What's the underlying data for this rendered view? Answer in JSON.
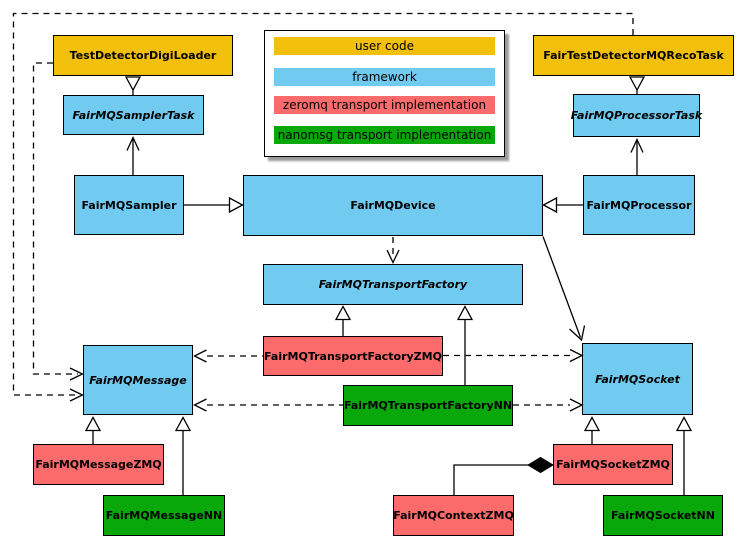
{
  "colors": {
    "user_code": "#F2C00A",
    "framework": "#71CBF1",
    "zeromq": "#FB6B6B",
    "nanomsg": "#08A80A",
    "edge": "#000000",
    "legend_bg": "#FFFFFF"
  },
  "legend": {
    "items": [
      {
        "label": "user code",
        "color": "#F2C00A"
      },
      {
        "label": "framework",
        "color": "#71CBF1"
      },
      {
        "label": "zeromq transport implementation",
        "color": "#FB6B6B"
      },
      {
        "label": "nanomsg transport implementation",
        "color": "#08A80A"
      }
    ]
  },
  "nodes": {
    "testDetectorDigiLoader": {
      "label": "TestDetectorDigiLoader",
      "category": "user_code",
      "abstract": false
    },
    "fairTestDetectorMQRecoTask": {
      "label": "FairTestDetectorMQRecoTask",
      "category": "user_code",
      "abstract": false
    },
    "fairMQSamplerTask": {
      "label": "FairMQSamplerTask",
      "category": "framework",
      "abstract": true
    },
    "fairMQProcessorTask": {
      "label": "FairMQProcessorTask",
      "category": "framework",
      "abstract": true
    },
    "fairMQSampler": {
      "label": "FairMQSampler",
      "category": "framework",
      "abstract": false
    },
    "fairMQDevice": {
      "label": "FairMQDevice",
      "category": "framework",
      "abstract": false
    },
    "fairMQProcessor": {
      "label": "FairMQProcessor",
      "category": "framework",
      "abstract": false
    },
    "fairMQTransportFactory": {
      "label": "FairMQTransportFactory",
      "category": "framework",
      "abstract": true
    },
    "fairMQTransportFactoryZMQ": {
      "label": "FairMQTransportFactoryZMQ",
      "category": "zeromq",
      "abstract": false
    },
    "fairMQTransportFactoryNN": {
      "label": "FairMQTransportFactoryNN",
      "category": "nanomsg",
      "abstract": false
    },
    "fairMQMessage": {
      "label": "FairMQMessage",
      "category": "framework",
      "abstract": true
    },
    "fairMQSocket": {
      "label": "FairMQSocket",
      "category": "framework",
      "abstract": true
    },
    "fairMQMessageZMQ": {
      "label": "FairMQMessageZMQ",
      "category": "zeromq",
      "abstract": false
    },
    "fairMQMessageNN": {
      "label": "FairMQMessageNN",
      "category": "nanomsg",
      "abstract": false
    },
    "fairMQContextZMQ": {
      "label": "FairMQContextZMQ",
      "category": "zeromq",
      "abstract": false
    },
    "fairMQSocketZMQ": {
      "label": "FairMQSocketZMQ",
      "category": "zeromq",
      "abstract": false
    },
    "fairMQSocketNN": {
      "label": "FairMQSocketNN",
      "category": "nanomsg",
      "abstract": false
    }
  },
  "edges": [
    {
      "from": "TestDetectorDigiLoader",
      "to": "FairMQSamplerTask",
      "type": "hollow-triangle"
    },
    {
      "from": "FairTestDetectorMQRecoTask",
      "to": "FairMQProcessorTask",
      "type": "hollow-triangle"
    },
    {
      "from": "FairMQSampler",
      "to": "FairMQSamplerTask",
      "type": "open-arrow"
    },
    {
      "from": "FairMQProcessor",
      "to": "FairMQProcessorTask",
      "type": "open-arrow"
    },
    {
      "from": "FairMQSampler",
      "to": "FairMQDevice",
      "type": "hollow-triangle"
    },
    {
      "from": "FairMQProcessor",
      "to": "FairMQDevice",
      "type": "hollow-triangle"
    },
    {
      "from": "FairMQDevice",
      "to": "FairMQTransportFactory",
      "type": "dashed-open-arrow"
    },
    {
      "from": "FairMQDevice",
      "to": "FairMQSocket",
      "type": "open-arrow"
    },
    {
      "from": "FairMQTransportFactoryZMQ",
      "to": "FairMQTransportFactory",
      "type": "hollow-triangle"
    },
    {
      "from": "FairMQTransportFactoryNN",
      "to": "FairMQTransportFactory",
      "type": "hollow-triangle"
    },
    {
      "from": "FairMQTransportFactoryZMQ",
      "to": "FairMQMessage",
      "type": "dashed-open-arrow"
    },
    {
      "from": "FairMQTransportFactoryZMQ",
      "to": "FairMQSocket",
      "type": "dashed-open-arrow"
    },
    {
      "from": "FairMQTransportFactoryNN",
      "to": "FairMQMessage",
      "type": "dashed-open-arrow"
    },
    {
      "from": "FairMQTransportFactoryNN",
      "to": "FairMQSocket",
      "type": "dashed-open-arrow"
    },
    {
      "from": "TestDetectorDigiLoader",
      "to": "FairMQMessage",
      "type": "dashed-open-arrow"
    },
    {
      "from": "FairTestDetectorMQRecoTask",
      "to": "FairMQMessage",
      "type": "dashed-open-arrow"
    },
    {
      "from": "FairMQMessageZMQ",
      "to": "FairMQMessage",
      "type": "hollow-triangle"
    },
    {
      "from": "FairMQMessageNN",
      "to": "FairMQMessage",
      "type": "hollow-triangle"
    },
    {
      "from": "FairMQSocketZMQ",
      "to": "FairMQSocket",
      "type": "hollow-triangle"
    },
    {
      "from": "FairMQSocketNN",
      "to": "FairMQSocket",
      "type": "hollow-triangle"
    },
    {
      "from": "FairMQContextZMQ",
      "to": "FairMQSocketZMQ",
      "type": "filled-diamond-composition"
    }
  ]
}
